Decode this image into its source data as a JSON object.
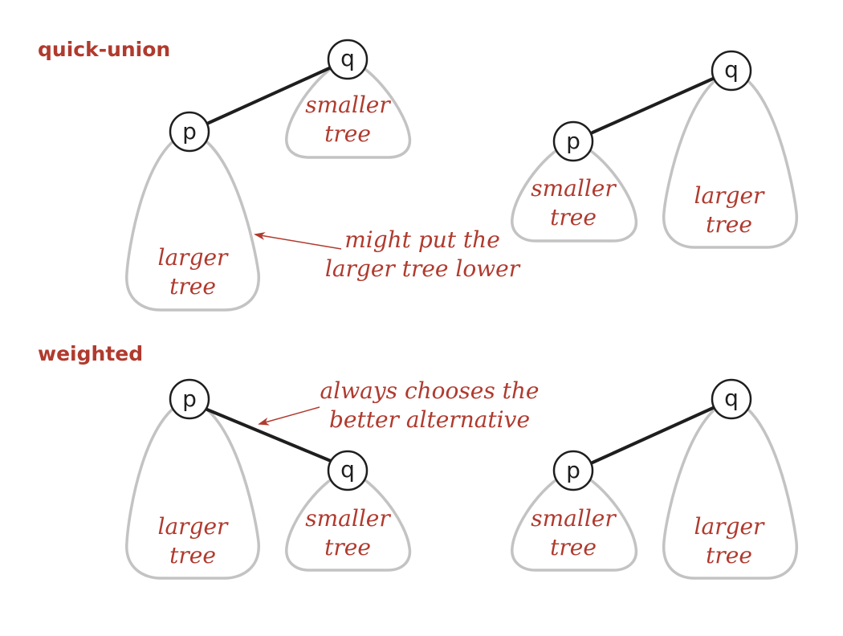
{
  "colors": {
    "accent": "#b03a2e",
    "tree_outline": "#c3c3c3",
    "edge": "#1e1e1e"
  },
  "sections": {
    "quick_union": "quick-union",
    "weighted": "weighted"
  },
  "nodes": {
    "p": "p",
    "q": "q"
  },
  "trees": {
    "smaller": [
      "smaller",
      "tree"
    ],
    "larger": [
      "larger",
      "tree"
    ]
  },
  "annotations": {
    "quick_union": [
      "might put the",
      "larger tree lower"
    ],
    "weighted": [
      "always chooses the",
      "better alternative"
    ]
  }
}
